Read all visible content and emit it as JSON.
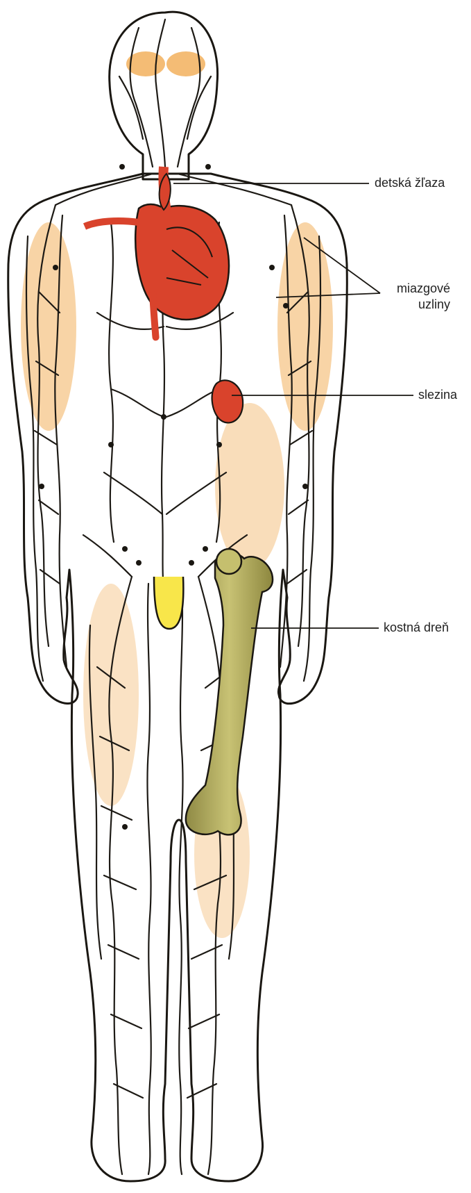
{
  "labels": {
    "thymus": "detská žľaza",
    "lymph_nodes_line1": "miazgové",
    "lymph_nodes_line2": "uzliny",
    "spleen": "slezina",
    "bone_marrow": "kostná dreň"
  },
  "colors": {
    "body_fill": "#f7e645",
    "body_warm": "#f0a23a",
    "organ_red": "#d9432c",
    "bone": "#b9b363",
    "lymph_vessels": "#1d1a15"
  }
}
